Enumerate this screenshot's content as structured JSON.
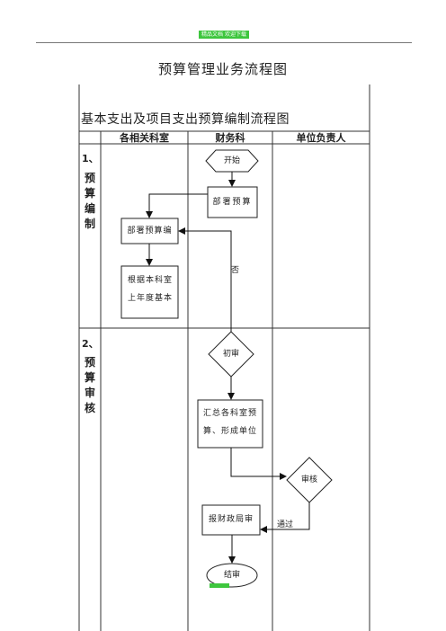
{
  "header": {
    "tag_text": "精品文档 欢迎下载"
  },
  "document": {
    "title": "预算管理业务流程图",
    "subtitle": "基本支出及项目支出预算编制流程图"
  },
  "columns": [
    "各相关科室",
    "财务科",
    "单位负责人"
  ],
  "phases": [
    {
      "number": "1、",
      "label": "预算编制"
    },
    {
      "number": "2、",
      "label": "预算审核"
    }
  ],
  "nodes": {
    "start": "开始",
    "deploy_budget": "部署预算",
    "deploy_budget_prep": "部署预算编",
    "dept_basis": "根据本科室上年度基本支",
    "initial_review": "初审",
    "summarize": "汇总各科室预算、形成单位预",
    "review": "审核",
    "report_finance": "报财政局审",
    "end": "结审"
  },
  "edge_labels": {
    "reject": "否",
    "approve": "通过"
  }
}
